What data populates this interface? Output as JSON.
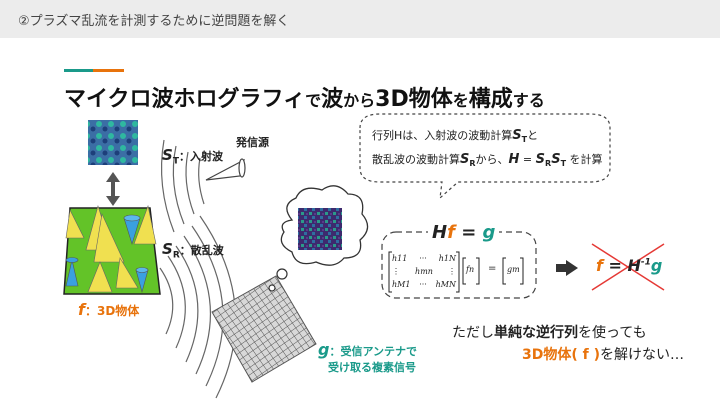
{
  "header": {
    "breadcrumb": "②プラズマ乱流を計測するために逆問題を解く"
  },
  "colors": {
    "accent_orange": "#e8730c",
    "accent_teal": "#1a9a8a",
    "box_green": "#63c328",
    "cone_yellow": "#f0e050",
    "cone_blue": "#3aa0e0"
  },
  "title": {
    "part1": "マイクロ波ホログラフィ",
    "part2": "で",
    "part3": "波",
    "part4": "から",
    "part5": "3D物体",
    "part6": "を",
    "part7": "構成",
    "part8": "する"
  },
  "labels": {
    "source": "発信源",
    "st_sym": "S",
    "st_sub": "T",
    "st_text": "：入射波",
    "sr_sym": "S",
    "sr_sub": "R",
    "sr_text": "：散乱波",
    "f_sym": "f",
    "f_text": "：3D物体",
    "g_sym": "g",
    "g_text1": "：受信アンテナで",
    "g_text2": "受け取る複素信号"
  },
  "bubble": {
    "line1_a": "行列Hは、入射波の波動計算",
    "line1_b": "S",
    "line1_c": "T",
    "line1_d": "と",
    "line2_a": "散乱波の波動計算",
    "line2_b": "S",
    "line2_c": "R",
    "line2_d": "から、",
    "line2_e": "H",
    "line2_f": " = ",
    "line2_g": "S",
    "line2_h": "R",
    "line2_i": "S",
    "line2_j": "T",
    "line2_k": " を計算"
  },
  "equation": {
    "H": "H",
    "f": "f",
    "eq": " = ",
    "g": "g"
  },
  "matrix": {
    "h11": "h11",
    "dots": "···",
    "h1N": "h1N",
    "vdots": "⋮",
    "hmn": "hmn",
    "hM1": "hM1",
    "hMN": "hMN",
    "fn": "fn",
    "eq": "=",
    "gm": "gm"
  },
  "crossed": {
    "f": "f",
    "eq": " = ",
    "H": "H",
    "sup": "-1",
    "g": "g"
  },
  "note": {
    "line1_a": "ただし",
    "line1_b": "単純な逆行列",
    "line1_c": "を使っても",
    "line2_a": "3D物体( f )",
    "line2_b": "を解けない…"
  }
}
